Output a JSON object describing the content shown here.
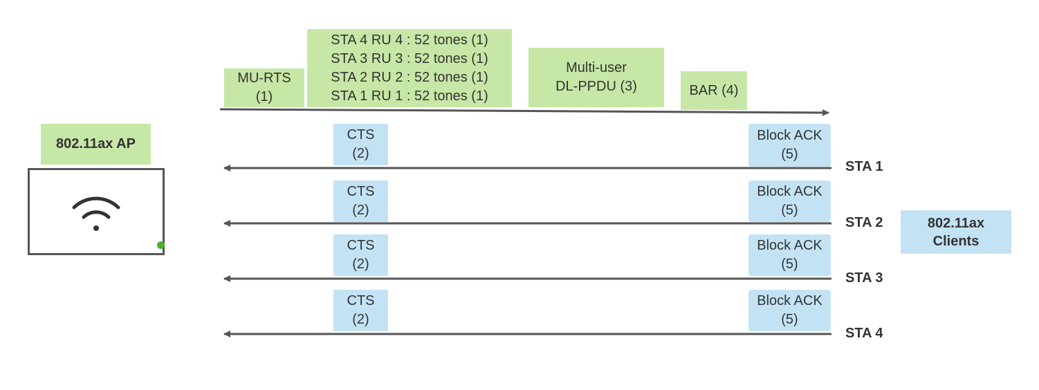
{
  "ap": {
    "label": "802.11ax AP",
    "led_color": "#4caf2e"
  },
  "clients": {
    "label_line1": "802.11ax",
    "label_line2": "Clients"
  },
  "downlink": {
    "mu_rts": {
      "line1": "MU-RTS",
      "line2": "(1)"
    },
    "ru_alloc": [
      "STA 4 RU 4 : 52 tones (1)",
      "STA 3 RU 3 : 52 tones (1)",
      "STA 2 RU 2 : 52 tones (1)",
      "STA 1 RU 1 : 52 tones (1)"
    ],
    "ppdu": {
      "line1": "Multi-user",
      "line2": "DL-PPDU (3)"
    },
    "bar": "BAR (4)"
  },
  "stations": [
    {
      "name": "STA 1",
      "cts_line1": "CTS",
      "cts_line2": "(2)",
      "ack_line1": "Block ACK",
      "ack_line2": "(5)"
    },
    {
      "name": "STA 2",
      "cts_line1": "CTS",
      "cts_line2": "(2)",
      "ack_line1": "Block ACK",
      "ack_line2": "(5)"
    },
    {
      "name": "STA 3",
      "cts_line1": "CTS",
      "cts_line2": "(2)",
      "ack_line1": "Block ACK",
      "ack_line2": "(5)"
    },
    {
      "name": "STA 4",
      "cts_line1": "CTS",
      "cts_line2": "(2)",
      "ack_line1": "Block ACK",
      "ack_line2": "(5)"
    }
  ],
  "colors": {
    "green_box": "#c7e7a6",
    "blue_box": "#c3e3f5",
    "arrow": "#555555"
  },
  "icons": {
    "ap_icon": "wifi-icon"
  }
}
